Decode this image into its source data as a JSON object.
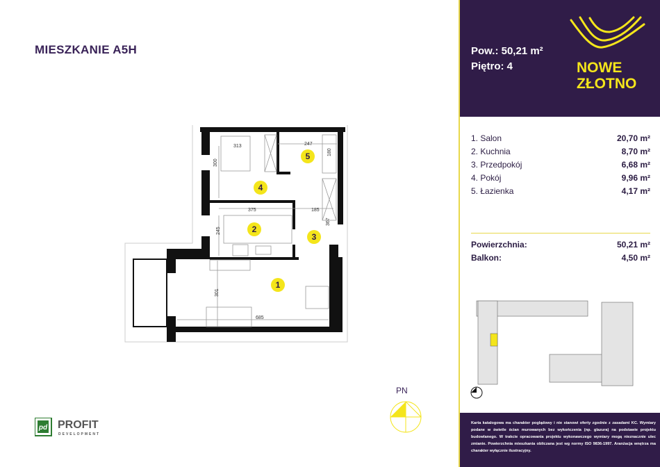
{
  "title": "MIESZKANIE A5H",
  "summary": {
    "area": "Pow.: 50,21 m²",
    "floor": "Piętro: 4"
  },
  "brand": {
    "line1": "NOWE",
    "line2": "ZŁOTNO"
  },
  "rooms": [
    {
      "name": "1. Salon",
      "area": "20,70 m²"
    },
    {
      "name": "2. Kuchnia",
      "area": "8,70 m²"
    },
    {
      "name": "3. Przedpokój",
      "area": "6,68 m²"
    },
    {
      "name": "4. Pokój",
      "area": "9,96 m²"
    },
    {
      "name": "5. Łazienka",
      "area": "4,17 m²"
    }
  ],
  "totals": [
    {
      "label": "Powierzchnia:",
      "value": "50,21 m²"
    },
    {
      "label": "Balkon:",
      "value": "4,50 m²"
    }
  ],
  "plan": {
    "labels": [
      "1",
      "2",
      "3",
      "4",
      "5"
    ],
    "dims": [
      "313",
      "300",
      "247",
      "180",
      "375",
      "185",
      "367",
      "245",
      "301",
      "685"
    ]
  },
  "compass": "PN",
  "developer": {
    "name": "PROFIT",
    "sub": "DEVELOPMENT",
    "mark": "pd"
  },
  "disclaimer": "Karta katalogowa ma charakter poglądowy i nie stanowi oferty zgodnie z zasadami KC. Wymiary podane w świetle ścian murowanych bez wykończenia (np. glazura) na podstawie projektu budowlanego. W trakcie opracowania projektu wykonawczego wymiary mogą nieznacznie ulec zmianie. Powierzchnia mieszkania obliczana jest wg normy ISO 9836-1997. Aranżacja wnętrza ma charakter wyłącznie ilustracyjny.",
  "colors": {
    "purple": "#301c48",
    "yellow": "#f4e51b",
    "green": "#2e7d32"
  }
}
